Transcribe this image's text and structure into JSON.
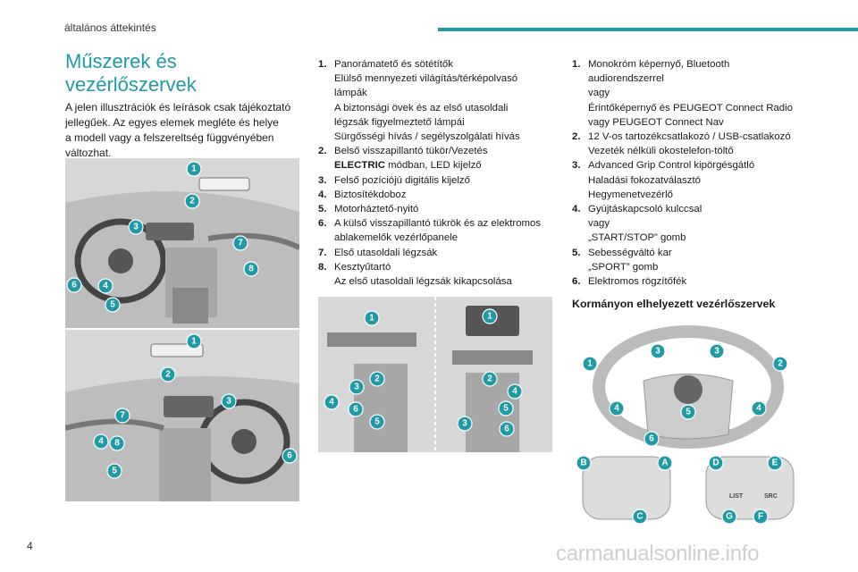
{
  "header": {
    "section": "általános áttekintés",
    "accent": "#1f9aa6"
  },
  "title": {
    "line1": "Műszerek és",
    "line2": "vezérlőszervek"
  },
  "intro": [
    "A jelen illusztrációk és leírások csak tájékoztató",
    "jellegűek. Az egyes elemek megléte és helye",
    "a modell vagy a felszereltség függvényében",
    "változhat."
  ],
  "list_left": [
    {
      "num": "1.",
      "lines": [
        "Panorámatető és sötétítők",
        "Elülső mennyezeti világítás/térképolvasó",
        "lámpák",
        "A biztonsági övek és az első utasoldali",
        "légzsák figyelmeztető lámpái",
        "Sürgősségi hívás / segélyszolgálati hívás"
      ]
    },
    {
      "num": "2.",
      "lines": [
        "Belső visszapillantó tükör/Vezetés"
      ],
      "bold_line": "ELECTRIC",
      "bold_rest": " módban, LED kijelző"
    },
    {
      "num": "3.",
      "lines": [
        "Felső pozíciójú digitális kijelző"
      ]
    },
    {
      "num": "4.",
      "lines": [
        "Biztosítékdoboz"
      ]
    },
    {
      "num": "5.",
      "lines": [
        "Motorháztető-nyitó"
      ]
    },
    {
      "num": "6.",
      "lines": [
        "A külső visszapillantó tükrök és az elektromos",
        "ablakemelők vezérlőpanele"
      ]
    },
    {
      "num": "7.",
      "lines": [
        "Első utasoldali légzsák"
      ]
    },
    {
      "num": "8.",
      "lines": [
        "Kesztyűtartó",
        "Az első utasoldali légzsák kikapcsolása"
      ]
    }
  ],
  "list_right": [
    {
      "num": "1.",
      "lines": [
        "Monokróm képernyő, Bluetooth",
        "audiorendszerrel",
        "vagy",
        "Érintőképernyő és PEUGEOT Connect Radio",
        "vagy PEUGEOT Connect Nav"
      ]
    },
    {
      "num": "2.",
      "lines": [
        "12 V-os tartozékcsatlakozó / USB-csatlakozó",
        "Vezeték nélküli okostelefon-töltő"
      ]
    },
    {
      "num": "3.",
      "lines": [
        "Advanced Grip Control kipörgésgátló",
        "Haladási fokozatválasztó",
        "Hegymenetvezérlő"
      ]
    },
    {
      "num": "4.",
      "lines": [
        "Gyújtáskapcsoló kulccsal",
        "vagy",
        "„START/STOP” gomb"
      ]
    },
    {
      "num": "5.",
      "lines": [
        "Sebességváltó kar",
        "„SPORT” gomb"
      ]
    },
    {
      "num": "6.",
      "lines": [
        "Elektromos rögzítőfék"
      ]
    }
  ],
  "subhead": "Kormányon elhelyezett vezérlőszervek",
  "fig1_callouts": [
    "1",
    "2",
    "3",
    "7",
    "8",
    "6",
    "4",
    "5"
  ],
  "fig2_callouts": [
    "1",
    "2",
    "3",
    "7",
    "4",
    "8",
    "6",
    "5"
  ],
  "fig3_callouts": [
    "1",
    "2",
    "3",
    "4",
    "6",
    "5",
    "1",
    "2",
    "4",
    "5",
    "3",
    "6"
  ],
  "fig4_callouts": [
    "3",
    "3",
    "1",
    "2",
    "4",
    "5",
    "4",
    "6",
    "B",
    "A",
    "C",
    "D",
    "E",
    "F",
    "G"
  ],
  "fig4_switch_labels": [
    "LIST",
    "SRC"
  ],
  "page_number": "4",
  "watermark": "carmanualsonline.info"
}
